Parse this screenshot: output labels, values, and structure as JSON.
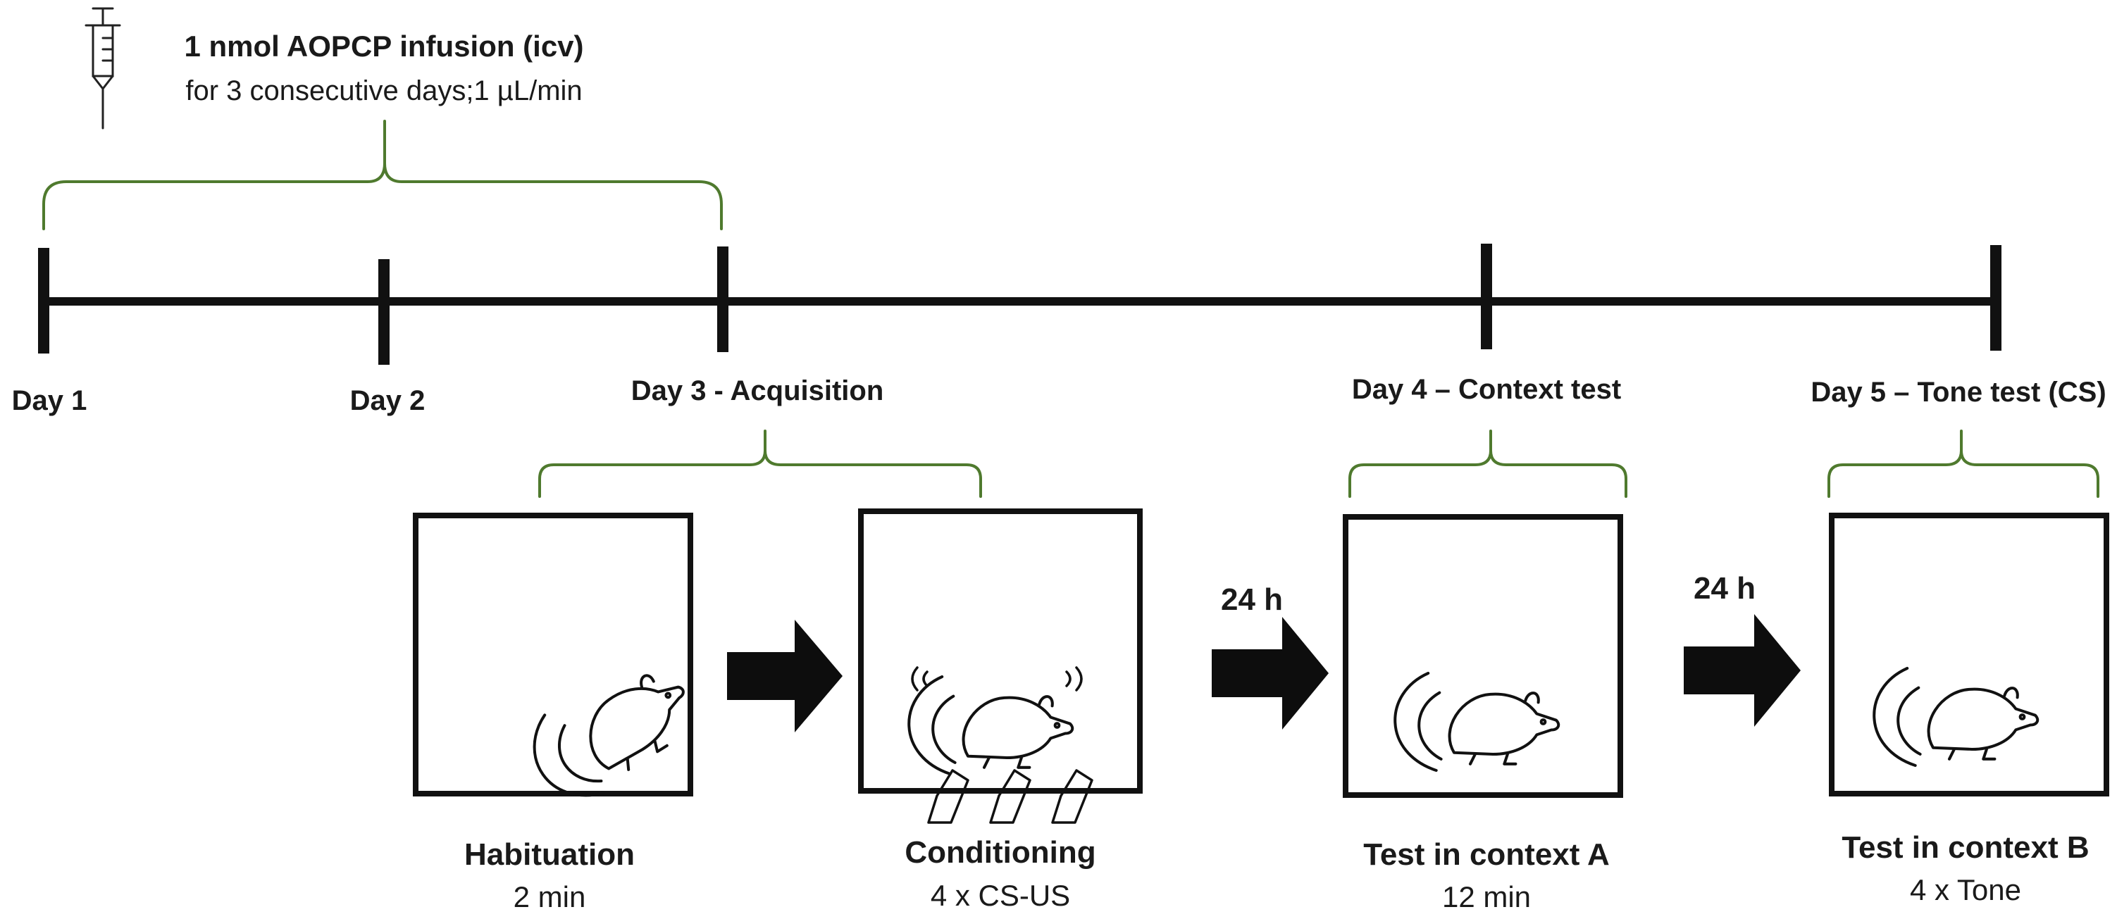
{
  "infusion": {
    "title": "1 nmol AOPCP infusion (icv)",
    "subtitle": "for 3 consecutive days;1 µL/min",
    "icon": "syringe-icon"
  },
  "timeline": {
    "days": [
      {
        "label": "Day 1"
      },
      {
        "label": "Day 2"
      },
      {
        "label": "Day 3 - Acquisition"
      },
      {
        "label": "Day 4 – Context test"
      },
      {
        "label": "Day 5 – Tone test (CS)"
      }
    ]
  },
  "stages": [
    {
      "title": "Habituation",
      "detail": "2 min"
    },
    {
      "title": "Conditioning",
      "detail": "4 x CS-US"
    },
    {
      "title": "Test in context A",
      "detail": "12 min"
    },
    {
      "title": "Test in context B",
      "detail": "4 x Tone"
    }
  ],
  "intervals": [
    {
      "label": "24 h"
    },
    {
      "label": "24 h"
    }
  ],
  "colors": {
    "brace": "#4f7a2e",
    "line": "#111111",
    "arrow": "#0d0d0d"
  }
}
